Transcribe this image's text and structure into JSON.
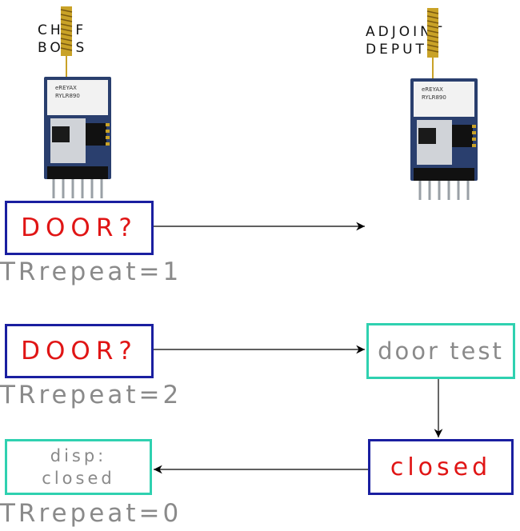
{
  "boss": {
    "label_line1": "CHEF",
    "label_line2": "BOSS"
  },
  "deputy": {
    "label_line1": "ADJOINT",
    "label_line2": "DEPUTY"
  },
  "module": {
    "brand": "eREYAX",
    "model": "RYLR890"
  },
  "step1": {
    "message": "DOOR?",
    "repeat": "TRrepeat=1"
  },
  "step2": {
    "message": "DOOR?",
    "repeat": "TRrepeat=2",
    "deputy_action": "door test",
    "reply": "closed"
  },
  "step3": {
    "display_line1": "disp:",
    "display_line2": "closed",
    "repeat": "TRrepeat=0"
  },
  "colors": {
    "blue_box": "#1a1fa0",
    "green_box": "#2fd1b0",
    "red_text": "#e01515",
    "gray_text": "#8a8a8a"
  }
}
